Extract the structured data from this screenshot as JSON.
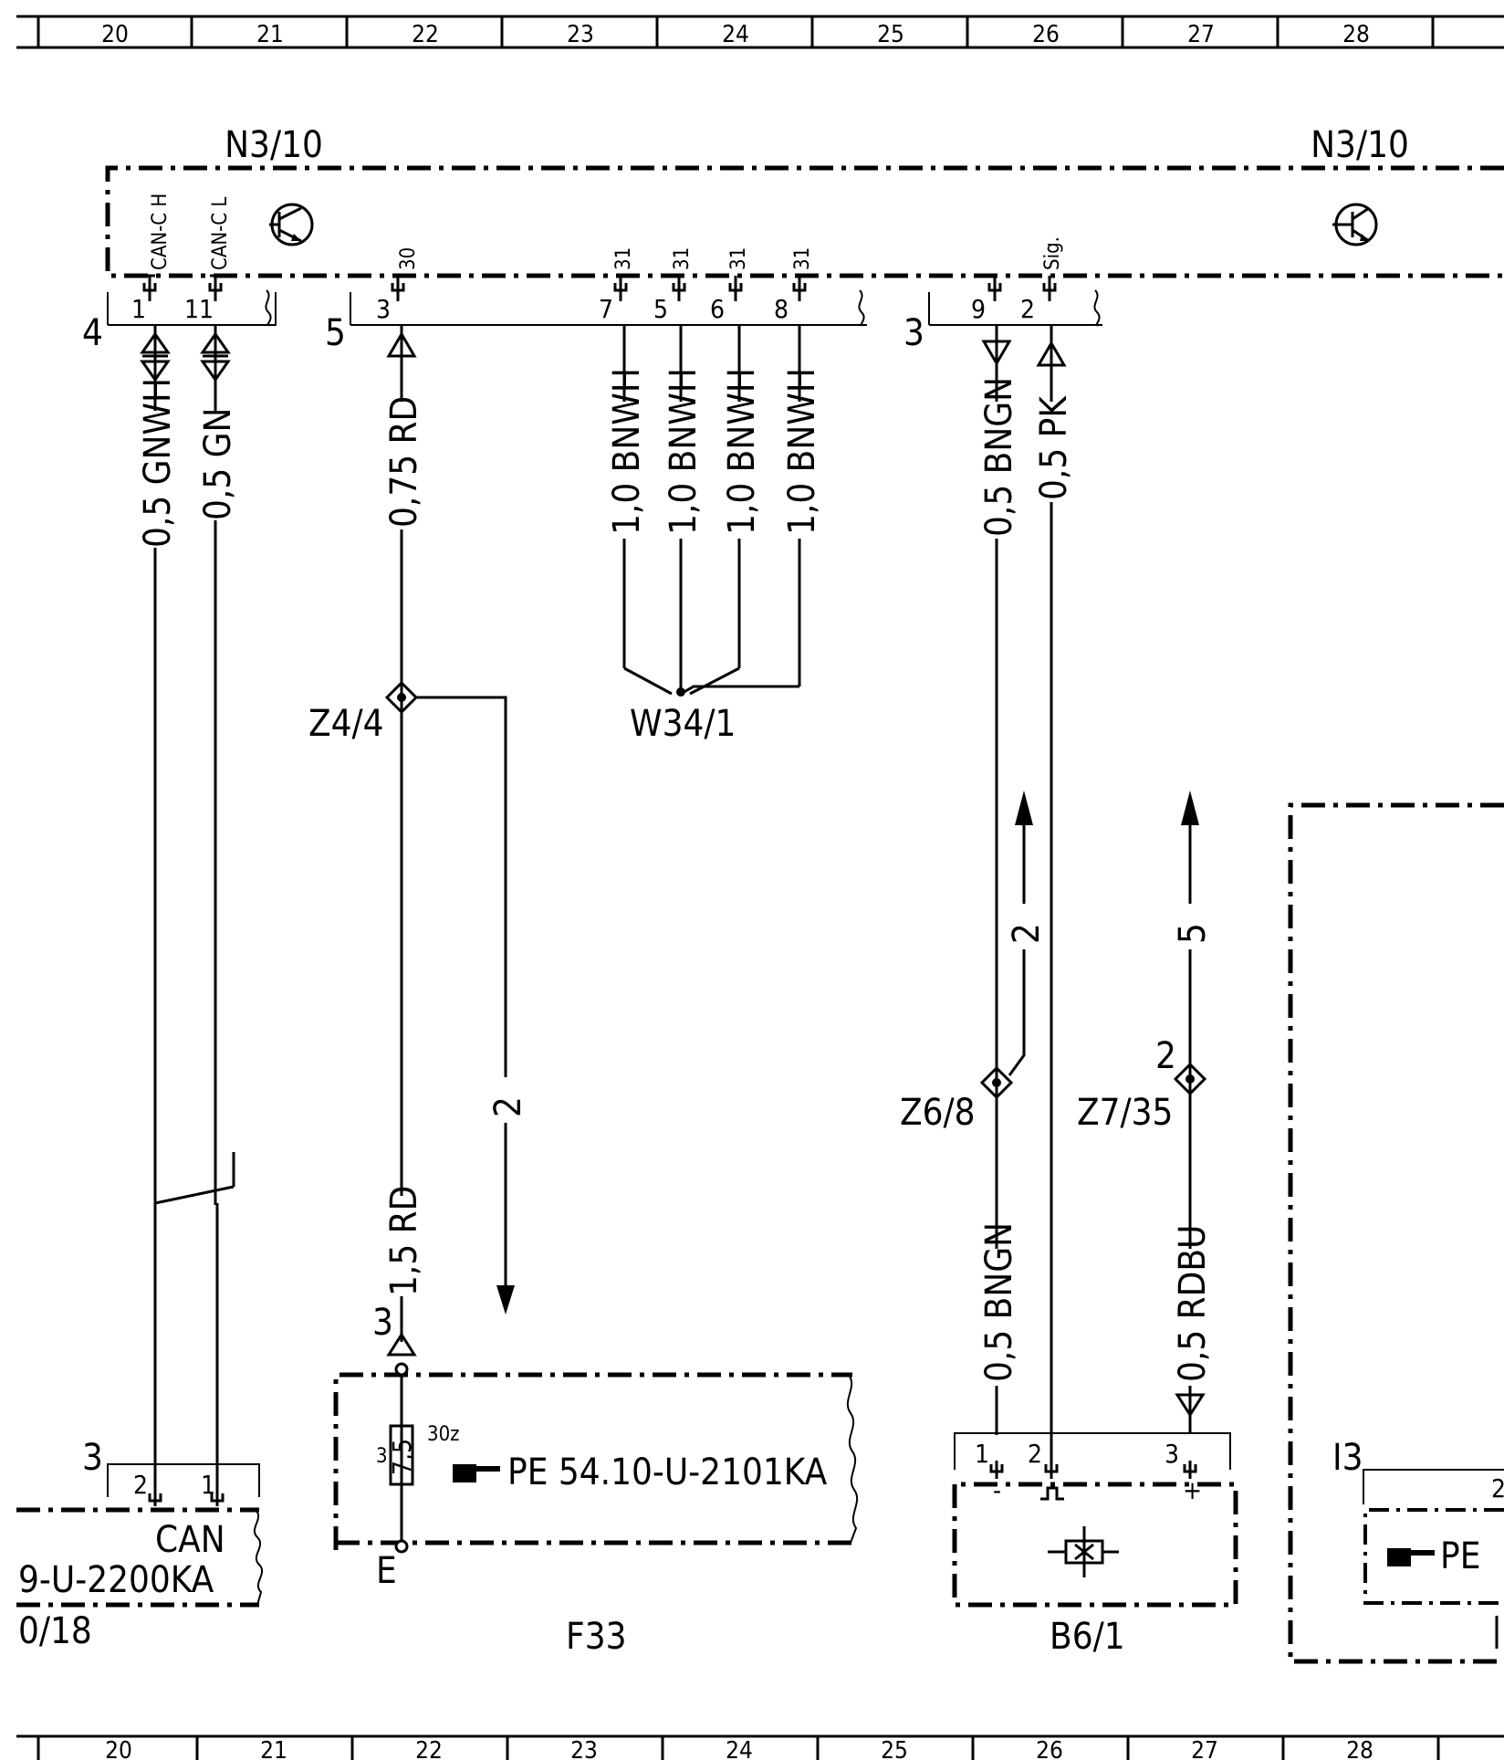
{
  "grid": {
    "top": [
      "20",
      "21",
      "22",
      "23",
      "24",
      "25",
      "26",
      "27",
      "28"
    ],
    "bottom": [
      "20",
      "21",
      "22",
      "23",
      "24",
      "25",
      "26",
      "27",
      "28"
    ]
  },
  "components": {
    "n3_10_left": "N3/10",
    "n3_10_right": "N3/10",
    "w34_1": "W34/1",
    "z4_4": "Z4/4",
    "z6_8": "Z6/8",
    "z7_35": "Z7/35",
    "f33": "F33",
    "b6_1": "B6/1",
    "i3": "I3",
    "can_block": "CAN",
    "can_ref": "9-U-2200KA",
    "can_sheet": "0/18",
    "f33_ref": "PE  54.10-U-2101KA",
    "i3_ref": "PE",
    "f33_fuse": "7,5",
    "f33_term": "30z",
    "f33_pin": "3",
    "f33_ground": "E"
  },
  "pins": {
    "can_h": "CAN-C H",
    "can_l": "CAN-C L",
    "p30": "30",
    "p31a": "31",
    "p31b": "31",
    "p31c": "31",
    "p31d": "31",
    "sig": "Sig."
  },
  "connectors": {
    "c4": "4",
    "c5": "5",
    "c3": "3",
    "pin1": "1",
    "pin11": "11",
    "pin3": "3",
    "pin7": "7",
    "pin5": "5",
    "pin6": "6",
    "pin8": "8",
    "pin9": "9",
    "pin2": "2",
    "can_conn": "3",
    "can_pin2": "2",
    "can_pin1": "1",
    "f33_conn": "3",
    "b6_pin1": "1",
    "b6_pin2": "2",
    "b6_pin3": "3",
    "b6_minus": "-",
    "b6_plus": "+",
    "z7_num": "2",
    "i3_pin": "2"
  },
  "wires": {
    "w_gnwh": "0,5  GNWH",
    "w_gn": "0,5  GN",
    "w_rd075": "0,75  RD",
    "w_bnwh1": "1,0  BNWH",
    "w_bnwh2": "1,0  BNWH",
    "w_bnwh3": "1,0  BNWH",
    "w_bnwh4": "1,0  BNWH",
    "w_bngn_top": "0,5  BNGN",
    "w_pk": "0,5  PK",
    "w_rd15": "1,5  RD",
    "w_bngn_bot": "0,5  BNGN",
    "w_rdbu": "0,5  RDBU"
  },
  "references": {
    "ref_z4": "2",
    "ref_z6": "2",
    "ref_z7": "5"
  }
}
